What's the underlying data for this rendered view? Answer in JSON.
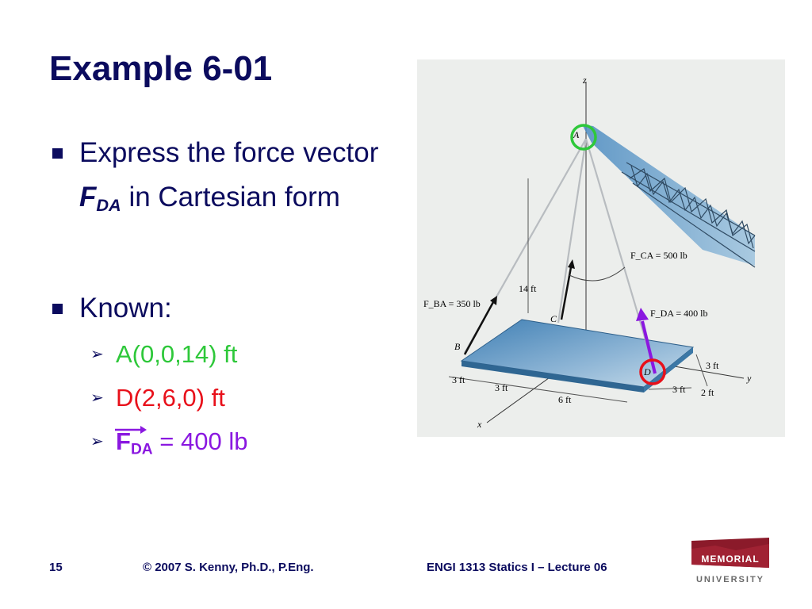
{
  "slide": {
    "title": "Example 6-01",
    "bullet1": {
      "text": "Express the force vector ",
      "symbol": "F",
      "subscript": "DA",
      "after": " in Cartesian form"
    },
    "bullet2": "Known:",
    "known": [
      {
        "text": "A(0,0,14) ft",
        "color": "#2ec83a"
      },
      {
        "text": "D(2,6,0) ft",
        "color": "#e8101a"
      },
      {
        "symbol": "F",
        "subscript": "DA",
        "text": " = 400 lb",
        "color": "#8a18e0"
      }
    ]
  },
  "figure": {
    "axes": {
      "z": "z",
      "y": "y",
      "x": "x"
    },
    "points": {
      "A": "A",
      "B": "B",
      "C": "C",
      "D": "D"
    },
    "labels": {
      "fca": "F_CA = 500 lb",
      "fba": "F_BA = 350 lb",
      "fda": "F_DA = 400 lb",
      "height": "14 ft",
      "dims": [
        "3 ft",
        "3 ft",
        "6 ft",
        "3 ft",
        "3 ft",
        "2 ft"
      ]
    },
    "highlight_colors": {
      "A": "#2ec83a",
      "D": "#e8101a",
      "arrow": "#8a18e0"
    }
  },
  "footer": {
    "page": "15",
    "copyright": "© 2007 S. Kenny, Ph.D., P.Eng.",
    "course": "ENGI 1313 Statics I – Lecture 06"
  },
  "logo": {
    "line1": "MEMORIAL",
    "line2": "UNIVERSITY"
  }
}
